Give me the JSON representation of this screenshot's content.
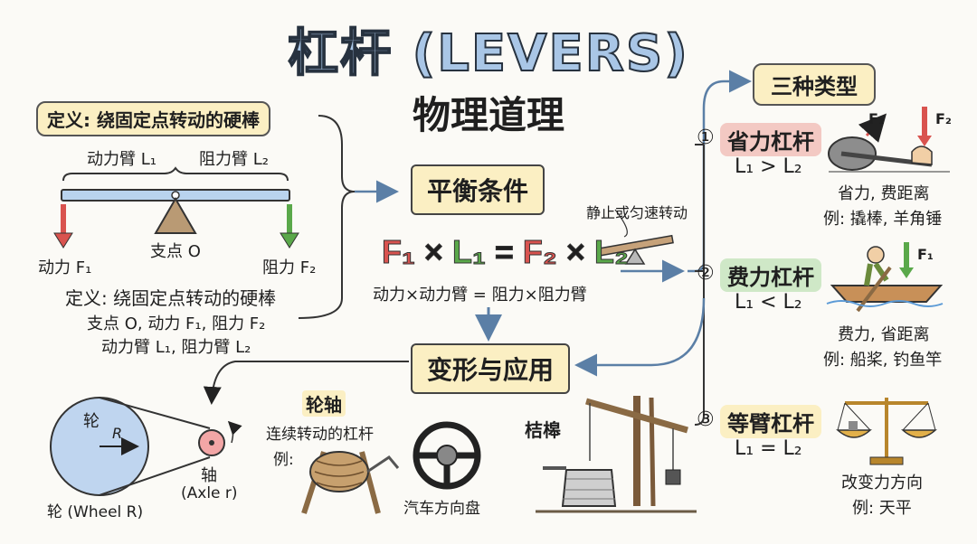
{
  "title": "杠杆 (LEVERS)",
  "subtitle": "物理道理",
  "definition": {
    "pill": "定义: 绕固定点转动的硬棒",
    "effort_arm": "动力臂 L₁",
    "resistance_arm": "阻力臂 L₂",
    "fulcrum": "支点 O",
    "effort_force": "动力 F₁",
    "resistance_force": "阻力 F₂",
    "def_line": "定义: 绕固定点转动的硬棒",
    "elements_line1": "支点 O, 动力 F₁, 阻力 F₂",
    "elements_line2": "动力臂 L₁, 阻力臂 L₂"
  },
  "balance": {
    "banner": "平衡条件",
    "state_note": "静止或匀速转动",
    "formula": {
      "f1": "F₁",
      "l1": "L₁",
      "f2": "F₂",
      "l2": "L₂",
      "times": "×",
      "equals": "="
    },
    "formula_text": "动力×动力臂 = 阻力×阻力臂"
  },
  "types": {
    "title": "三种类型",
    "items": [
      {
        "num": "①",
        "name": "省力杠杆",
        "relation": "L₁ > L₂",
        "desc": "省力, 费距离",
        "example": "例: 撬棒, 羊角锤",
        "fig_f1": "F₁",
        "fig_f2": "F₂",
        "color": "#f3c9c3"
      },
      {
        "num": "②",
        "name": "费力杠杆",
        "relation": "L₁ < L₂",
        "desc": "费力, 省距离",
        "example": "例: 船桨, 钓鱼竿",
        "fig_f1": "F₁",
        "color": "#cfe8c7"
      },
      {
        "num": "③",
        "name": "等臂杠杆",
        "relation": "L₁ = L₂",
        "desc": "改变力方向",
        "example": "例: 天平",
        "color": "#fbefc3"
      }
    ]
  },
  "applications": {
    "banner": "变形与应用",
    "wheel_label": "轮",
    "radius_label": "R",
    "axle_label": "轴",
    "axle_caption": "(Axle r)",
    "wheel_caption": "轮 (Wheel R)",
    "wheel_axle_title": "轮轴",
    "wheel_axle_desc": "连续转动的杠杆",
    "example_prefix": "例:",
    "steering_wheel": "汽车方向盘",
    "well_sweep": "桔槔"
  },
  "colors": {
    "title_fill": "#a9c6e6",
    "pill_bg": "#fbefc3",
    "f1_red": "#d9534f",
    "l1_green": "#5aa84a",
    "f2_red": "#d9534f",
    "l2_green": "#5aa84a",
    "arrow_blue": "#5b7fa6"
  }
}
